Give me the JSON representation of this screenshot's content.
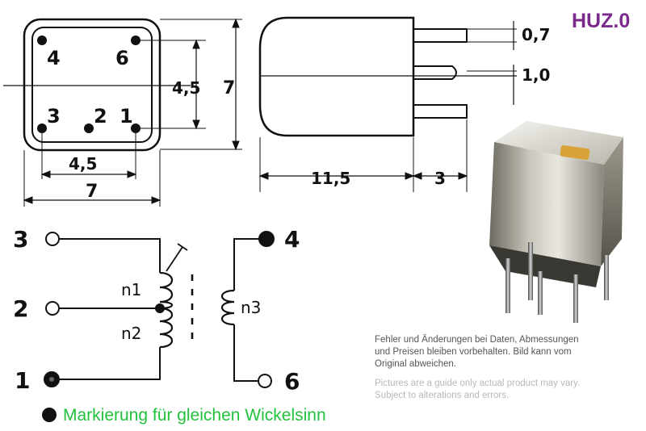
{
  "model": "HUZ.0",
  "top_view": {
    "pins": {
      "p4": "4",
      "p6": "6",
      "p3": "3",
      "p2": "2",
      "p1": "1"
    },
    "dim_inner_h": "4,5",
    "dim_outer_h": "7",
    "dim_inner_w": "4,5",
    "dim_outer_w": "7"
  },
  "side_view": {
    "dim_pin": "0,7",
    "dim_pitch": "1,0",
    "dim_body": "11,5",
    "dim_lead": "3"
  },
  "schematic": {
    "terminals": {
      "t3": "3",
      "t2": "2",
      "t1": "1",
      "t4": "4",
      "t6": "6"
    },
    "windings": {
      "n1": "n1",
      "n2": "n2",
      "n3": "n3"
    }
  },
  "legend": {
    "text": "Markierung für gleichen Wickelsinn"
  },
  "disclaimer": {
    "de_lines": [
      "Fehler und Änderungen bei Daten, Abmessungen",
      "und Preisen bleiben vorbehalten. Bild kann vom",
      "Original abweichen."
    ],
    "en_lines": [
      "Pictures are a guide only actual product may vary.",
      "Subject to alterations and errors."
    ]
  },
  "colors": {
    "model": "#7a2a8c",
    "legend_text": "#22c23c",
    "disclaimer_de": "#555555",
    "disclaimer_en": "#b8b8b8"
  }
}
